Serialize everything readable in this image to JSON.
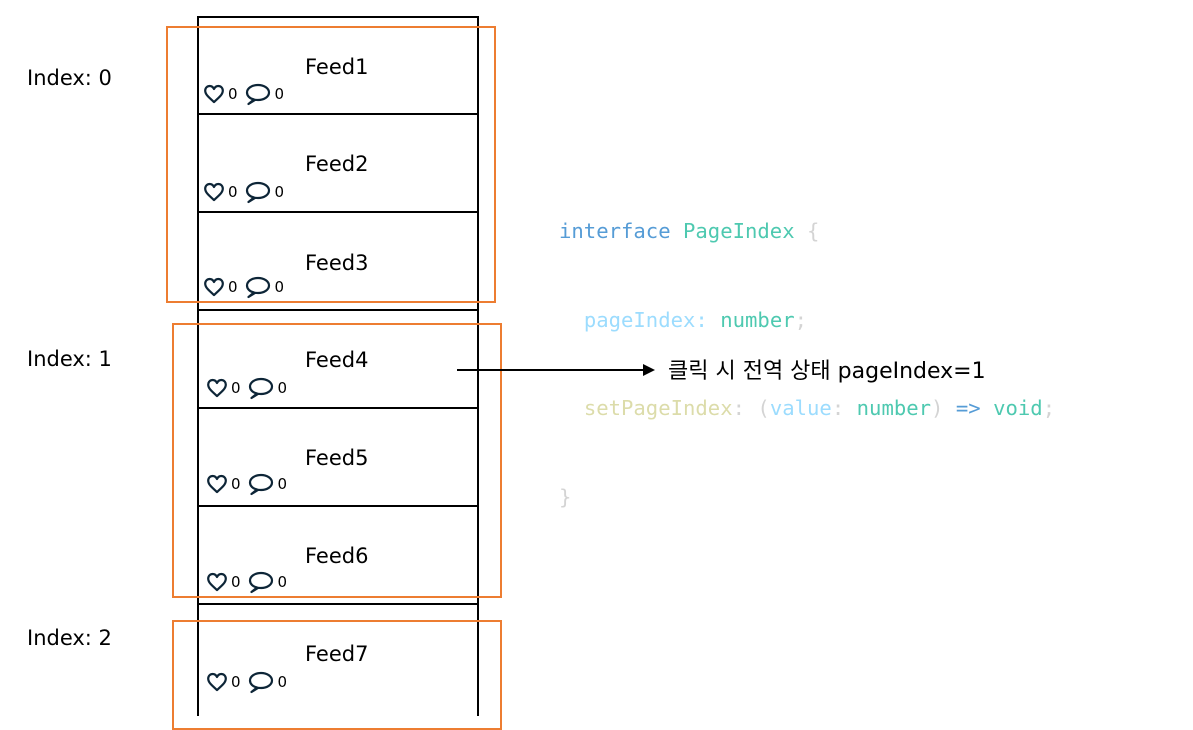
{
  "pages": [
    {
      "label": "Index: 0"
    },
    {
      "label": "Index: 1"
    },
    {
      "label": "Index: 2"
    }
  ],
  "feeds": [
    {
      "title": "Feed1",
      "likes": "0",
      "comments": "0"
    },
    {
      "title": "Feed2",
      "likes": "0",
      "comments": "0"
    },
    {
      "title": "Feed3",
      "likes": "0",
      "comments": "0"
    },
    {
      "title": "Feed4",
      "likes": "0",
      "comments": "0"
    },
    {
      "title": "Feed5",
      "likes": "0",
      "comments": "0"
    },
    {
      "title": "Feed6",
      "likes": "0",
      "comments": "0"
    },
    {
      "title": "Feed7",
      "likes": "0",
      "comments": "0"
    }
  ],
  "code": {
    "line1": {
      "keyword": "interface",
      "type_name": "PageIndex",
      "brace": "{"
    },
    "line2": {
      "prop": "pageIndex",
      "colon": ":",
      "type": "number",
      "semi": ";"
    },
    "line3": {
      "prop": "setPageIndex",
      "colon": ":",
      "paren_open": "(",
      "param": "value",
      "param_colon": ":",
      "param_type": "number",
      "paren_close": ")",
      "arrow": "=>",
      "return_type": "void",
      "semi": ";"
    },
    "line4": {
      "brace": "}"
    }
  },
  "annotation": {
    "text": "클릭 시 전역 상태 pageIndex=1"
  },
  "colors": {
    "page_box": "#ED7D31",
    "keyword": "#569CD6",
    "type": "#4EC9B0",
    "property": "#9CDCFE",
    "method": "#DCDCAA",
    "punctuation": "#D4D4D4",
    "icon": "#0D2537"
  },
  "icons": {
    "like": "heart-icon",
    "comment": "speech-bubble-icon"
  }
}
